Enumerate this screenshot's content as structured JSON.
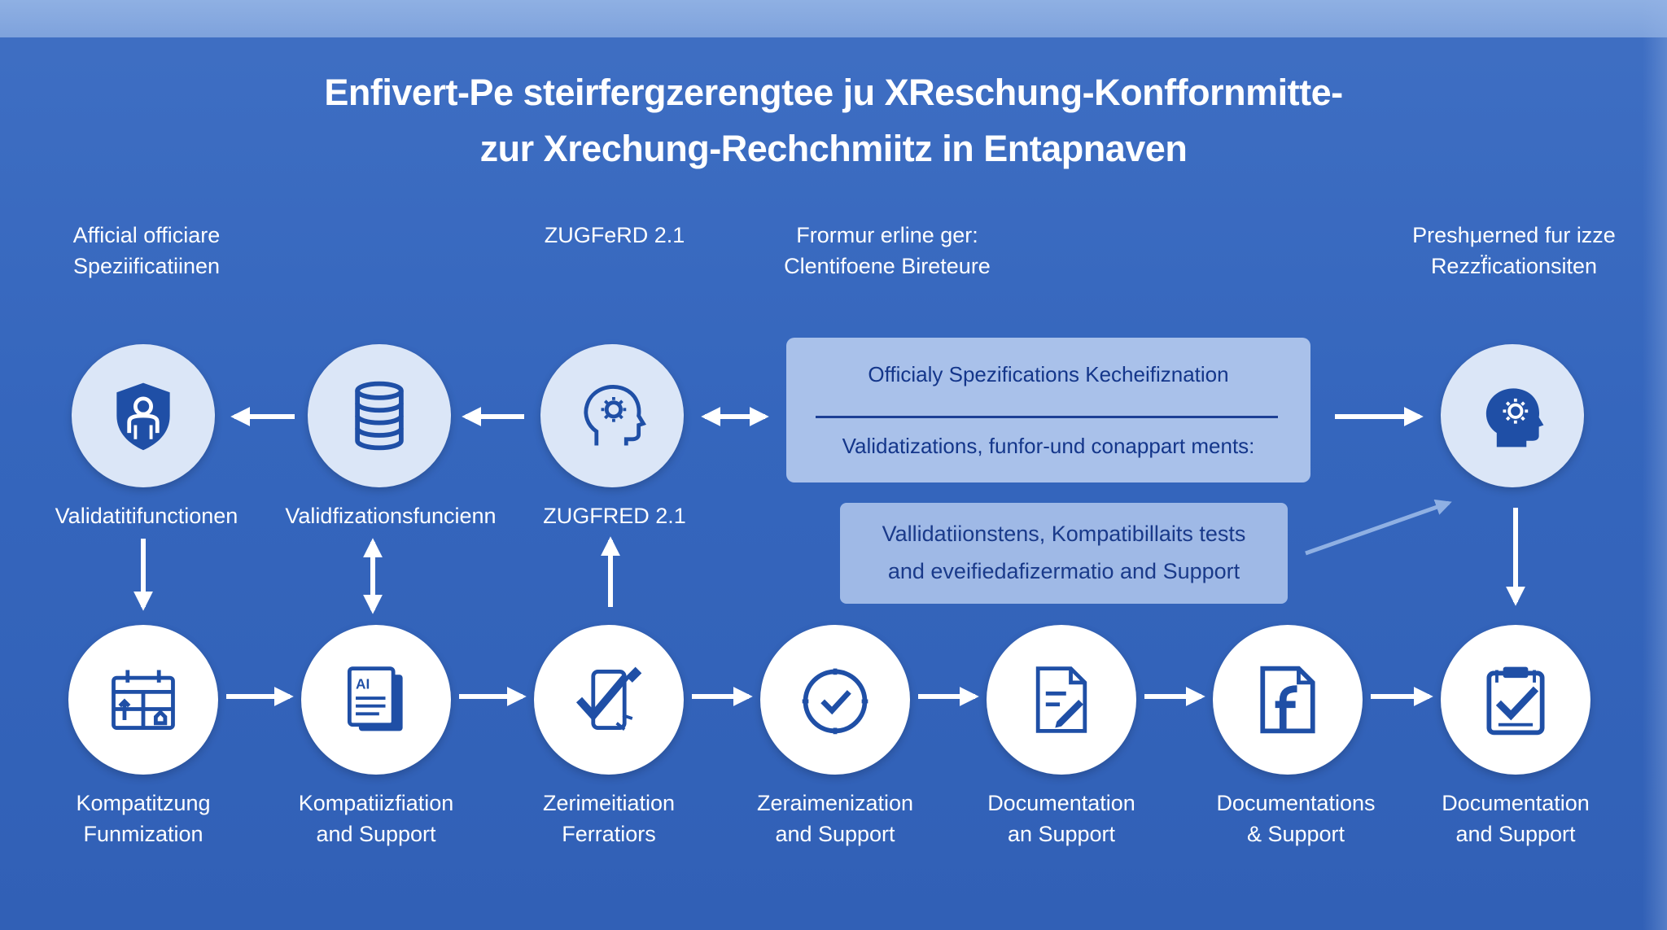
{
  "title": {
    "line1": "Enfivert-Pe steirfergzerengtee ju XReschung-Konffornmitte-",
    "line2": "zur Xrechung-Rechchmiitz in Entapnaven"
  },
  "top_labels": {
    "left": [
      "Afficial officiare",
      "Speziificatiinen"
    ],
    "zugferd": "ZUGFeRD 2.1",
    "middle": [
      "Frormur erline ger:",
      "Clentifoene Bireteure"
    ],
    "right": [
      "Preshμerned fur izze",
      "Rezzf̈icationsiten"
    ]
  },
  "row1_labels": {
    "shield": "Validatitifunctionen",
    "database": "Validfizationsfuncienn",
    "head": "ZUGFRED 2.1"
  },
  "panel_top": {
    "line1": "Officialy Spezifications Kecheifiznation",
    "line2": "Validatizations, funfor-und conappart ments:"
  },
  "panel_bottom": {
    "line1": "Vallidatiionstens, Kompatibillaits tests",
    "line2": "and eveifiedafizermatio and Support"
  },
  "row2_labels": [
    [
      "Kompatitzung",
      "Funmization"
    ],
    [
      "Kompatiizfiation",
      "and Support"
    ],
    [
      "Zerimeitiation",
      "Ferratiors"
    ],
    [
      "Zeraimenization",
      "and Support"
    ],
    [
      "Documentation",
      "an Support"
    ],
    [
      "Documentations",
      "& Support"
    ],
    [
      "Documentation",
      "and Support"
    ]
  ],
  "icons": {
    "row1": [
      "shield-person-icon",
      "database-icon",
      "head-gear-icon",
      "head-gear-icon"
    ],
    "row2": [
      "calendar-board-icon",
      "ai-document-icon",
      "checkmark-pen-icon",
      "clock-check-icon",
      "document-edit-icon",
      "document-f-icon",
      "clipboard-check-icon"
    ]
  },
  "colors": {
    "background": "#3566bd",
    "top_band": "#8fb0e3",
    "icon_blue": "#1f4fa6",
    "panel": "#a9c1ea",
    "panel_text": "#14368a"
  }
}
